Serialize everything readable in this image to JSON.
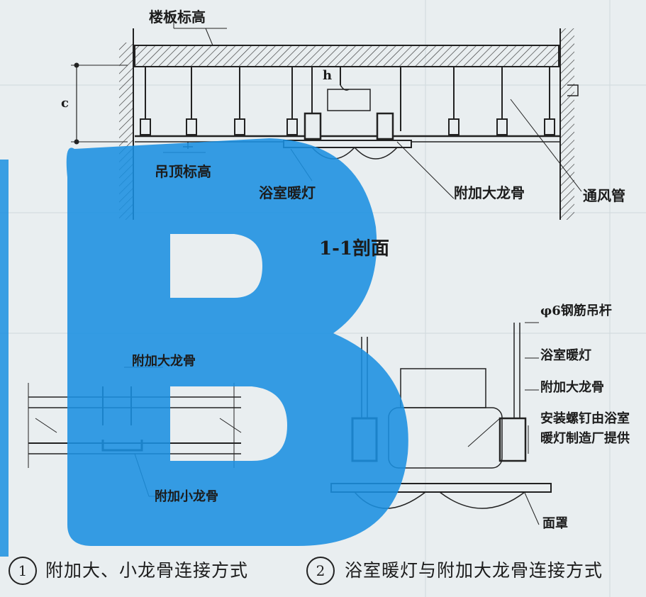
{
  "watermark": {
    "letter": "B",
    "color": "#1a8fe0"
  },
  "section_title": "1-1剖面",
  "dimension_label": "c",
  "hanger_label": "h",
  "labels": {
    "floor_slab_elevation": "楼板标高",
    "ceiling_elevation": "吊顶标高",
    "bathroom_heater_top": "浴室暖灯",
    "additional_main_keel_top": "附加大龙骨",
    "ventilation_duct": "通风管",
    "additional_main_keel_detail1": "附加大龙骨",
    "additional_small_keel": "附加小龙骨",
    "steel_hanger_rod": "φ6钢筋吊杆",
    "bathroom_heater_detail2": "浴室暖灯",
    "additional_main_keel_detail2": "附加大龙骨",
    "screw_note_line1": "安装螺钉由浴室",
    "screw_note_line2": "暖灯制造厂提供",
    "cover": "面罩"
  },
  "captions": [
    {
      "number": "1",
      "text": "附加大、小龙骨连接方式"
    },
    {
      "number": "2",
      "text": "浴室暖灯与附加大龙骨连接方式"
    }
  ]
}
